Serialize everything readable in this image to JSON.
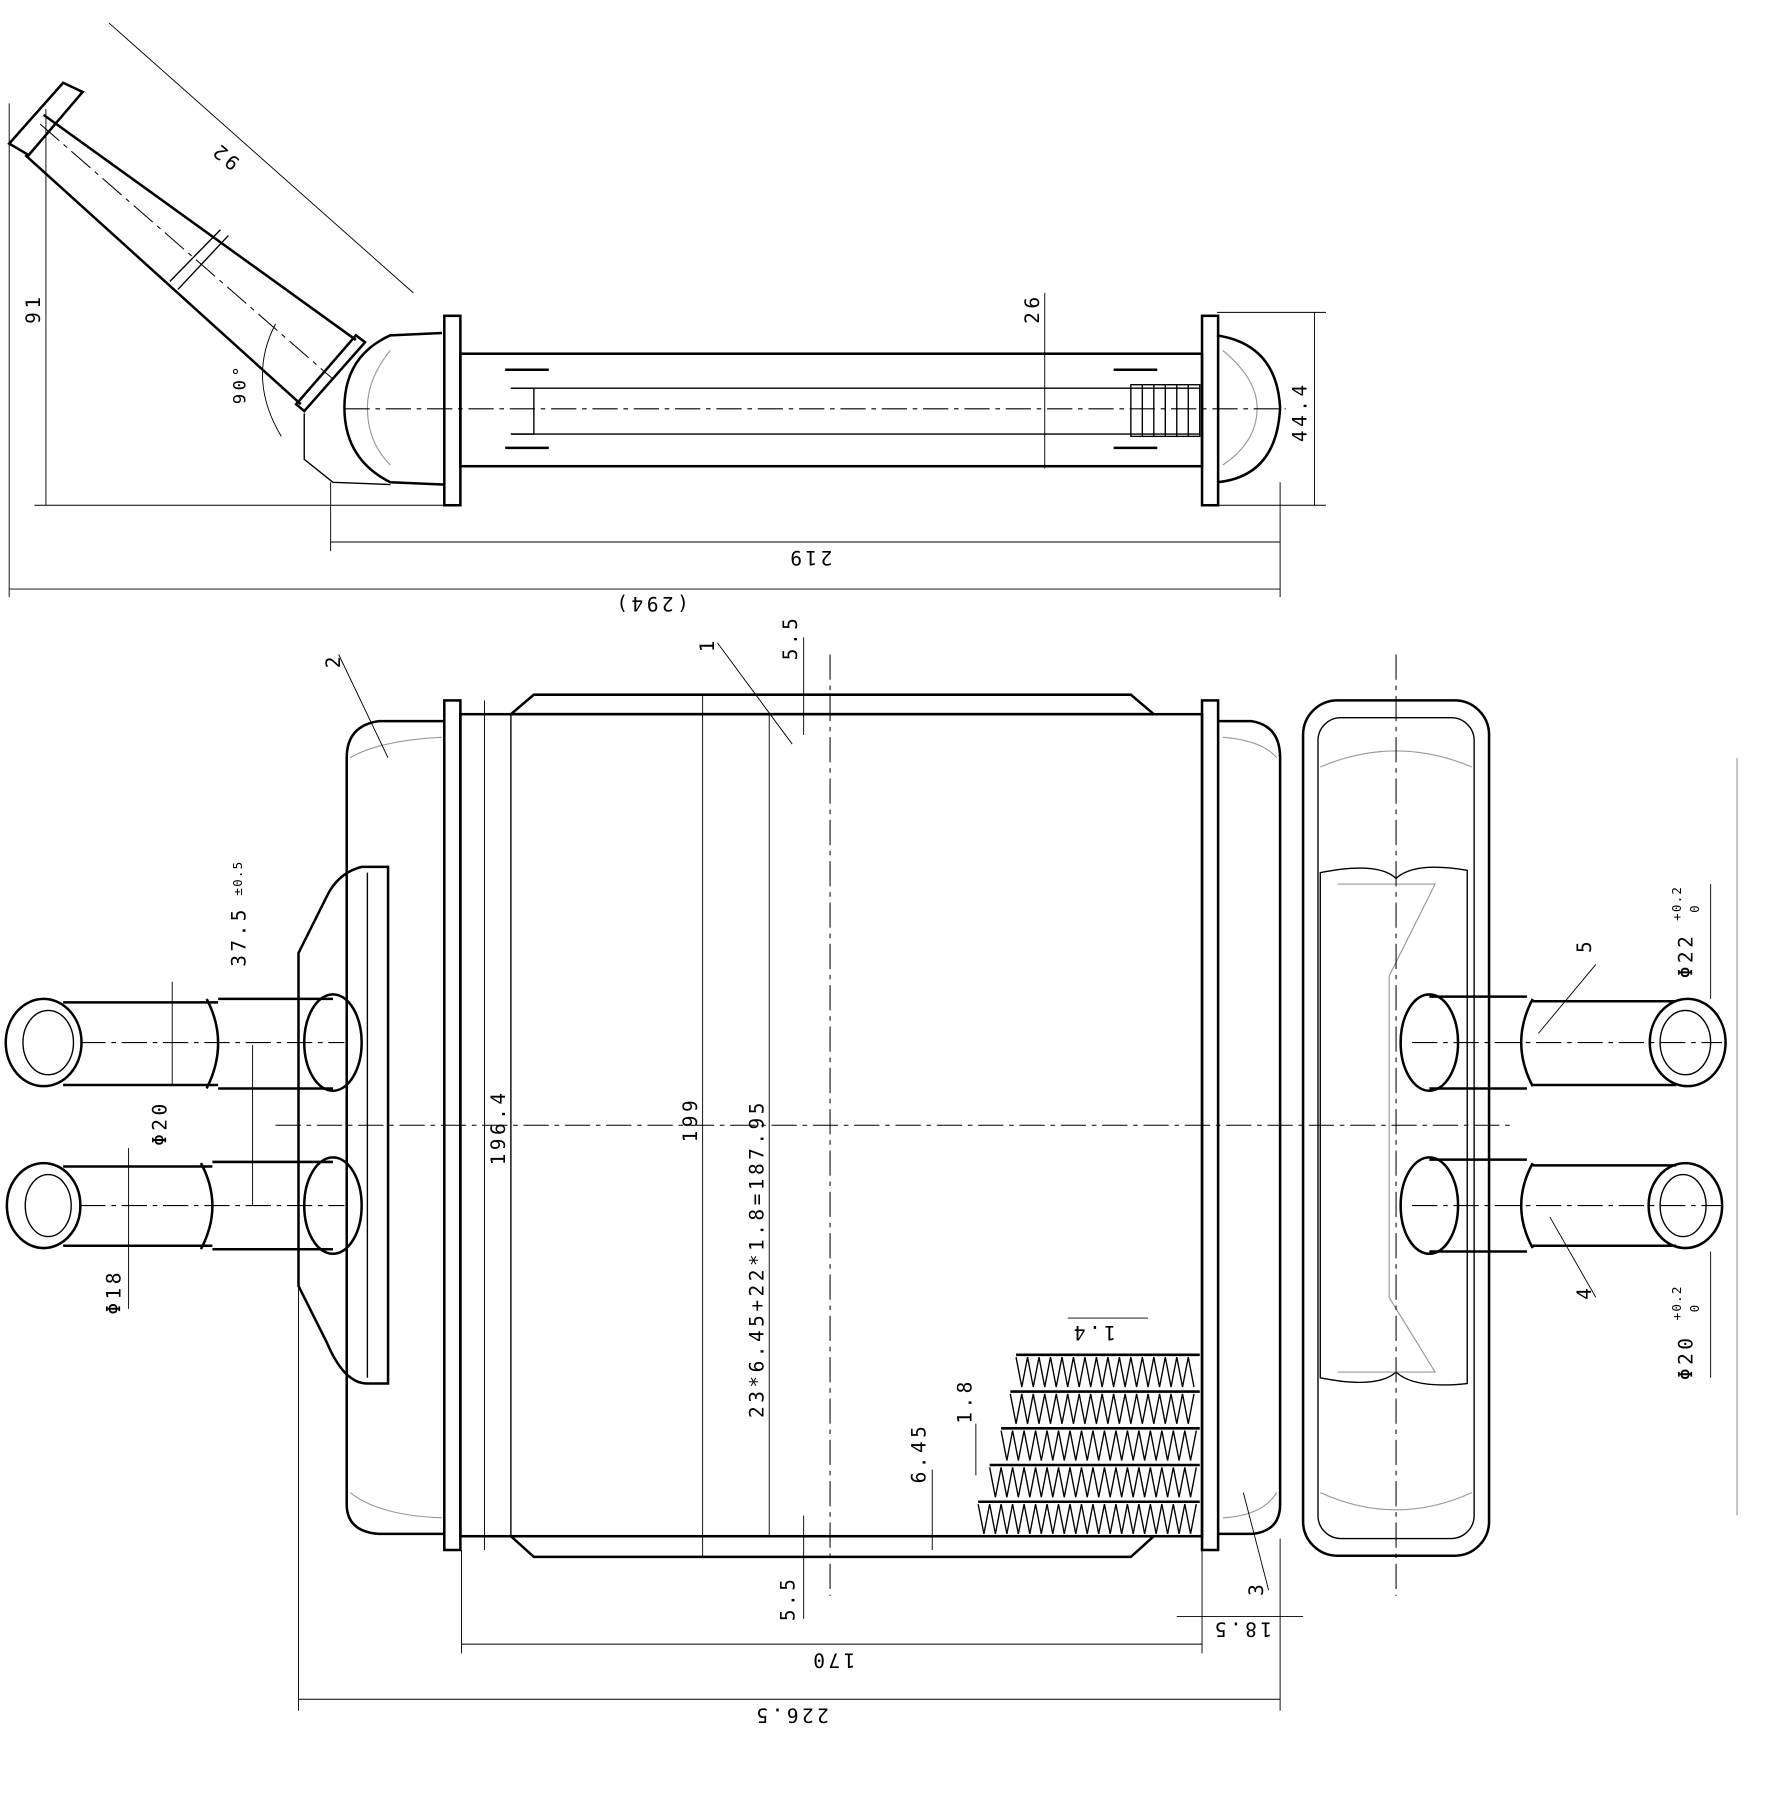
{
  "drawing": {
    "top_view": {
      "dim_pipe_length": "92",
      "dim_height_91": "91",
      "dim_angle": "90°",
      "dim_core_depth": "26",
      "dim_tank_depth": "44.4",
      "dim_width_219": "219",
      "dim_overall": "(294)"
    },
    "front_view": {
      "callout_2": "2",
      "callout_1": "1",
      "callout_3": "3",
      "dim_top_plate": "5.5",
      "dim_bottom_plate": "5.5",
      "dim_pipe_spacing": "37.5",
      "dim_pipe_spacing_tol": "±0.5",
      "dim_pipe_dia_20": "Φ20",
      "dim_pipe_dia_18": "Φ18",
      "dim_196": "196.4",
      "dim_199": "199",
      "dim_core_formula": "23*6.45+22*1.8=187.95",
      "dim_fin_pitch": "1.4",
      "dim_fin_1_8": "1.8",
      "dim_tube_6_45": "6.45",
      "dim_tank_18_5": "18.5",
      "dim_core_170": "170",
      "dim_total_226": "226.5"
    },
    "side_view": {
      "callout_5": "5",
      "callout_4": "4",
      "dim_dia_22": "Φ22",
      "dim_dia_22_upper": "+0.2",
      "dim_dia_22_lower": "0",
      "dim_dia_20": "Φ20",
      "dim_dia_20_upper": "+0.2",
      "dim_dia_20_lower": "0"
    }
  }
}
